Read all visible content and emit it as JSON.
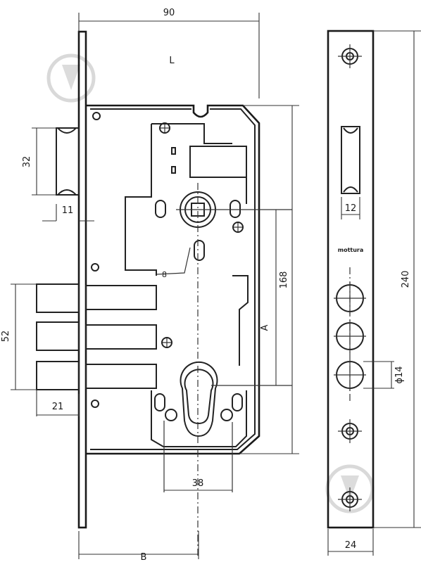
{
  "diagram": {
    "labels": {
      "dim_width": "90",
      "dim_latch_height": "32",
      "dim_latch_offset": "11",
      "dim_bolts_height": "52",
      "dim_bolt_projection": "21",
      "dim_center_distance": "168",
      "dim_spindle": "8",
      "dim_cylinder_spacing": "38",
      "dim_backset": "B",
      "dim_length_marker": "L",
      "dim_spacing_marker": "A",
      "dim_faceplate_length": "240",
      "dim_faceplate_width": "24",
      "dim_latch_slot_width": "12",
      "dim_hole_diameter": "ϕ14",
      "brand_mark": "mottura"
    }
  }
}
